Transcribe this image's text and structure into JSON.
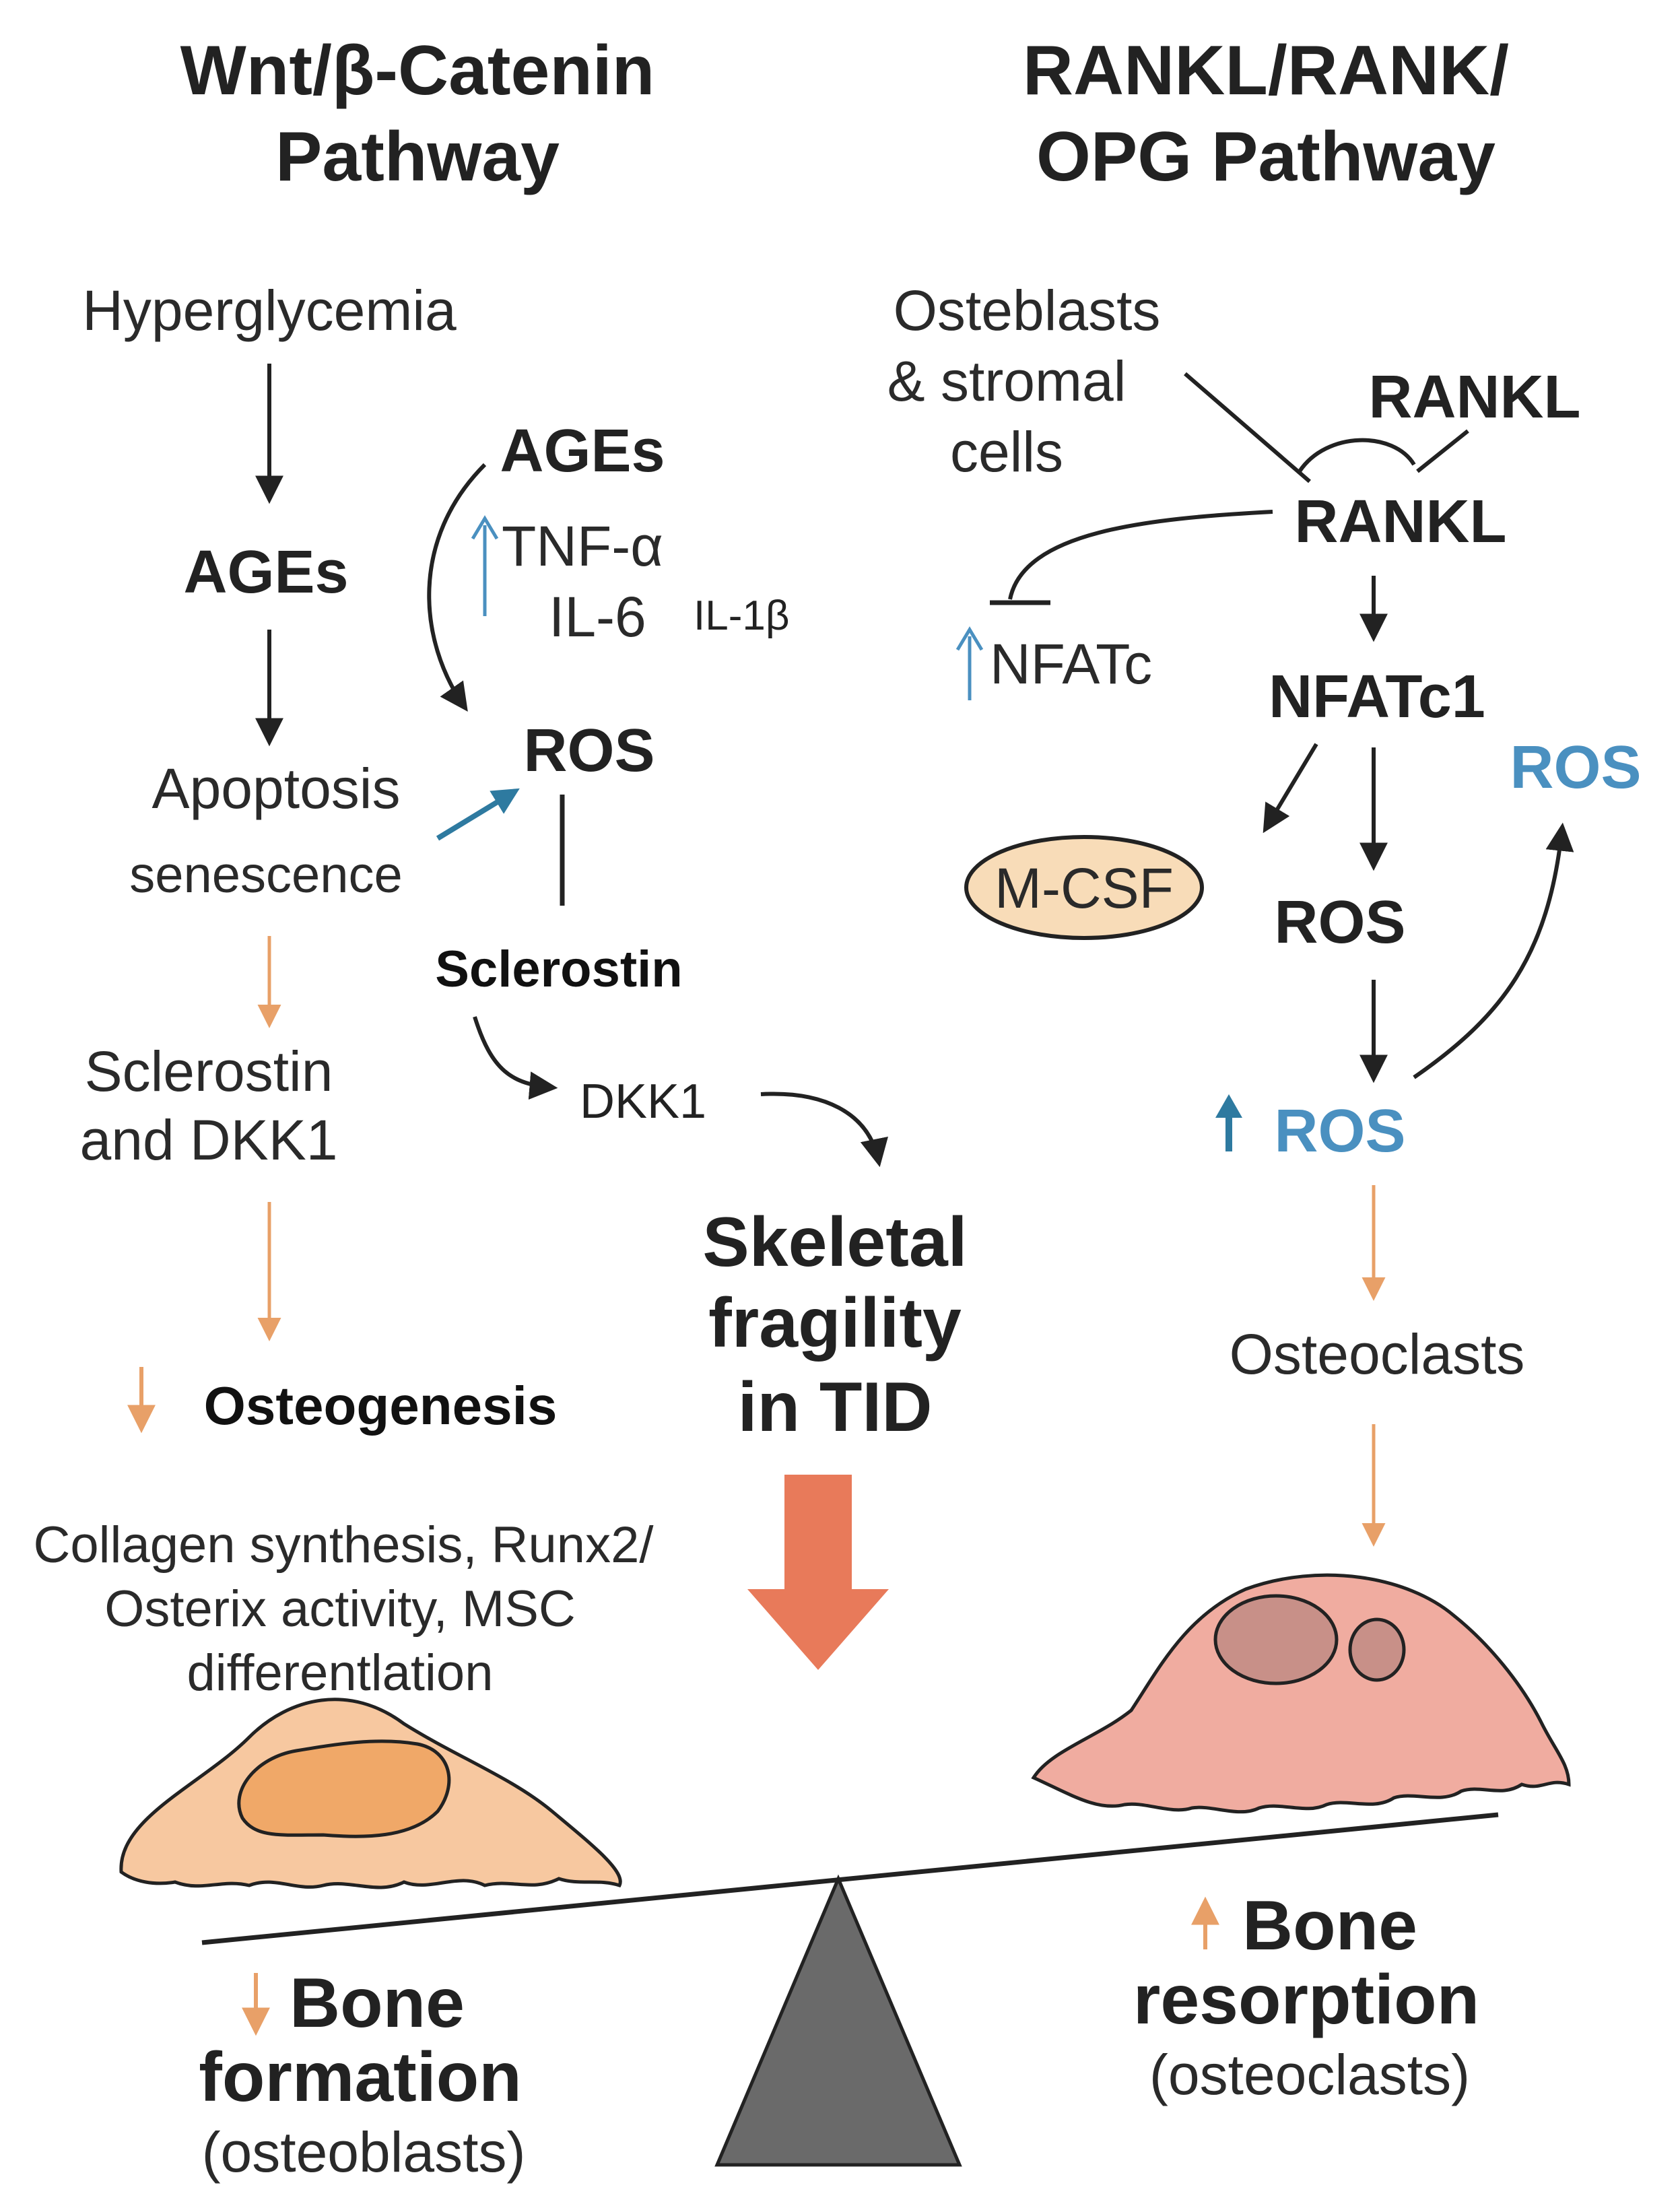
{
  "left_pathway": {
    "title_line1": "Wnt/β-Catenin",
    "title_line2": "Pathway",
    "hyperglycemia": "Hyperglycemia",
    "ages": "AGEs",
    "apoptosis": "Apoptosis",
    "senescence": "senescence",
    "sclerostin_dkk1_line1": "Sclerostin",
    "sclerostin_dkk1_line2": "and DKK1",
    "osteogenesis": "Osteogenesis",
    "collagen_line1": "Collagen synthesis, Runx2/",
    "collagen_line2": "Osterix activity, MSC",
    "collagen_line3": "differentlation"
  },
  "middle": {
    "ages": "AGEs",
    "tnf": "TNF-α",
    "il6": "IL-6",
    "il1b": "IL-1β",
    "ros": "ROS",
    "sclerostin": "Sclerostin",
    "dkk1": "DKK1",
    "skeletal_line1": "Skeletal",
    "skeletal_line2": "fragility",
    "skeletal_line3": "in TID"
  },
  "right_pathway": {
    "title_line1": "RANKL/RANK/",
    "title_line2": "OPG Pathway",
    "osteoblasts_line1": "Osteblasts",
    "osteoblasts_line2": "& stromal",
    "osteoblasts_line3": "cells",
    "rankl_top": "RANKL",
    "rankl": "RANKL",
    "nfatc": "NFATc",
    "nfatc1": "NFATc1",
    "ros_blue_right": "ROS",
    "mcsf": "M-CSF",
    "ros": "ROS",
    "ros_up": "ROS",
    "osteoclasts": "Osteoclasts"
  },
  "balance": {
    "bone_formation_line1": "Bone",
    "bone_formation_line2": "formation",
    "bone_formation_line3": "(osteoblasts)",
    "bone_resorption_line1": "Bone",
    "bone_resorption_line2": "resorption",
    "bone_resorption_line3": "(osteoclasts)"
  },
  "colors": {
    "black_arrow": "#222222",
    "orange_arrow": "#e8a068",
    "blue_accent": "#4a90c0",
    "teal_arrow": "#2e7aa0",
    "big_arrow": "#e87a5a",
    "osteoblast_fill": "#f7c8a0",
    "osteoblast_nucleus": "#f0a868",
    "osteoclast_fill": "#f0aca0",
    "osteoclast_nucleus": "#c89088",
    "mcsf_fill": "#f8dcb8",
    "fulcrum": "#6a6a6a"
  }
}
